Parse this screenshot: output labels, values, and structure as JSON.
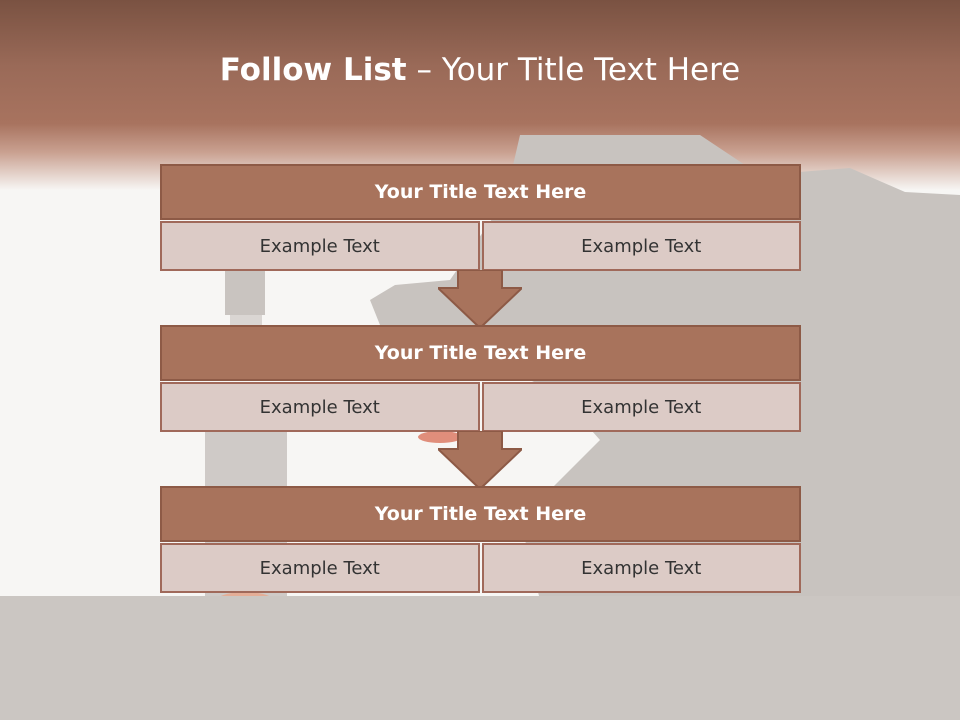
{
  "title": {
    "bold": "Follow List",
    "rest": " – Your Title Text Here"
  },
  "colors": {
    "header_band": "#a8735f",
    "box_title": "#a8735c",
    "box_cell": "#dccbc6",
    "arrow": "#a8735c"
  },
  "stages": [
    {
      "title": "Your Title Text Here",
      "cells": [
        "Example Text",
        "Example Text"
      ]
    },
    {
      "title": "Your Title Text Here",
      "cells": [
        "Example Text",
        "Example Text"
      ]
    },
    {
      "title": "Your Title Text Here",
      "cells": [
        "Example Text",
        "Example Text"
      ]
    }
  ]
}
